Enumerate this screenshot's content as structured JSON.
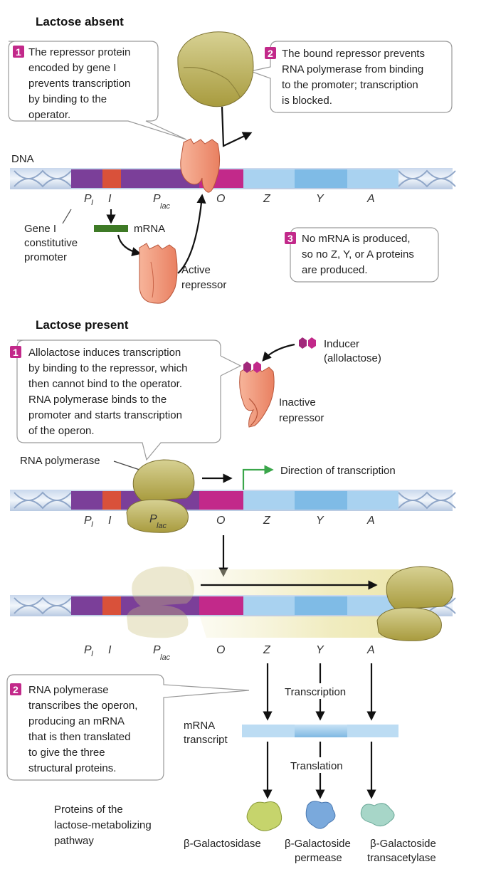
{
  "sections": {
    "absent": {
      "heading": "Lactose absent"
    },
    "present": {
      "heading": "Lactose present"
    }
  },
  "callouts": {
    "absent1": {
      "num": "1",
      "lines": [
        "The repressor protein",
        "encoded by gene I",
        "prevents transcription",
        "by binding to the",
        "operator."
      ]
    },
    "absent2": {
      "num": "2",
      "lines": [
        "The bound repressor prevents",
        "RNA polymerase from binding",
        "to the promoter; transcription",
        "is blocked."
      ]
    },
    "absent3": {
      "num": "3",
      "lines": [
        "No mRNA is produced,",
        "so no Z, Y, or A proteins",
        "are produced."
      ]
    },
    "present1": {
      "num": "1",
      "lines": [
        "Allolactose induces transcription",
        "by binding to the repressor, which",
        "then cannot bind to the operator.",
        "RNA polymerase binds to the",
        "promoter and starts transcription",
        "of the operon."
      ]
    },
    "present2": {
      "num": "2",
      "lines": [
        "RNA polymerase",
        "transcribes the operon,",
        "producing an mRNA",
        "that is then translated",
        "to give the three",
        "structural proteins."
      ]
    }
  },
  "labels": {
    "dna": "DNA",
    "gene_p": "P",
    "gene_p_sub": "I",
    "gene_i": "I",
    "gene_plac": "P",
    "gene_plac_sub": "lac",
    "gene_o": "O",
    "gene_z": "Z",
    "gene_y": "Y",
    "gene_a": "A",
    "gene_i_promoter": [
      "Gene I",
      "constitutive",
      "promoter"
    ],
    "mrna": "mRNA",
    "active_repressor": [
      "Active",
      "repressor"
    ],
    "inducer": [
      "Inducer",
      "(allolactose)"
    ],
    "inactive_repressor": [
      "Inactive",
      "repressor"
    ],
    "rna_polymerase": "RNA polymerase",
    "direction": "Direction of transcription",
    "transcription": "Transcription",
    "translation": "Translation",
    "mrna_transcript": [
      "mRNA",
      "transcript"
    ],
    "pathway": [
      "Proteins of the",
      "lactose-metabolizing",
      "pathway"
    ],
    "protein_z": [
      "β-Galactosidase"
    ],
    "protein_y": [
      "β-Galactoside",
      "permease"
    ],
    "protein_a": [
      "β-Galactoside",
      "transacetylase"
    ]
  }
}
